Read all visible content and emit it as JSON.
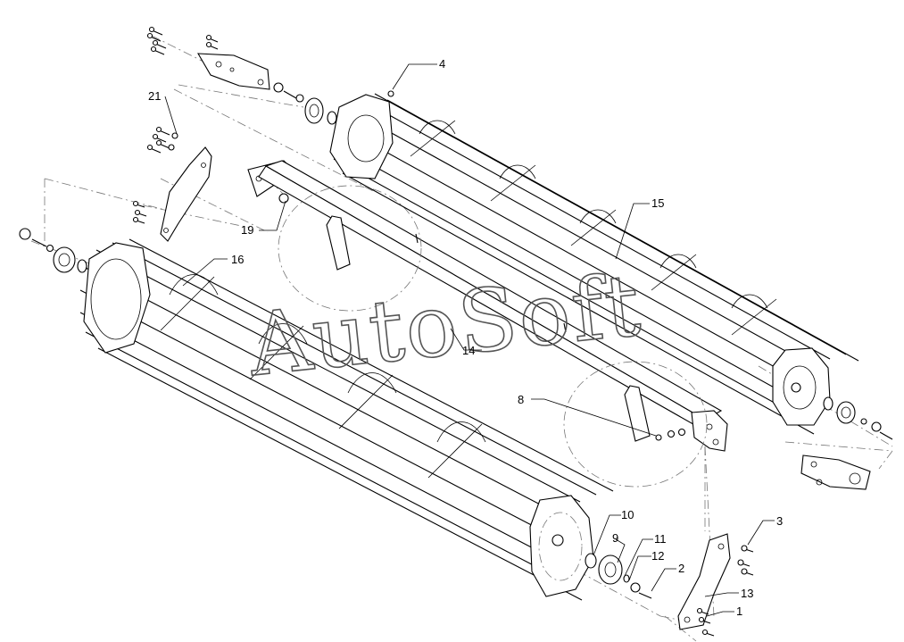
{
  "watermark": "AutoSoft",
  "callouts": [
    {
      "id": "c1",
      "text": "1"
    },
    {
      "id": "c2",
      "text": "2"
    },
    {
      "id": "c3",
      "text": "3"
    },
    {
      "id": "c4",
      "text": "4"
    },
    {
      "id": "c8",
      "text": "8"
    },
    {
      "id": "c9",
      "text": "9"
    },
    {
      "id": "c10",
      "text": "10"
    },
    {
      "id": "c11",
      "text": "11"
    },
    {
      "id": "c12",
      "text": "12"
    },
    {
      "id": "c13",
      "text": "13"
    },
    {
      "id": "c14",
      "text": "14"
    },
    {
      "id": "c15",
      "text": "15"
    },
    {
      "id": "c16",
      "text": "16"
    },
    {
      "id": "c19",
      "text": "19"
    },
    {
      "id": "c21",
      "text": "21"
    }
  ]
}
